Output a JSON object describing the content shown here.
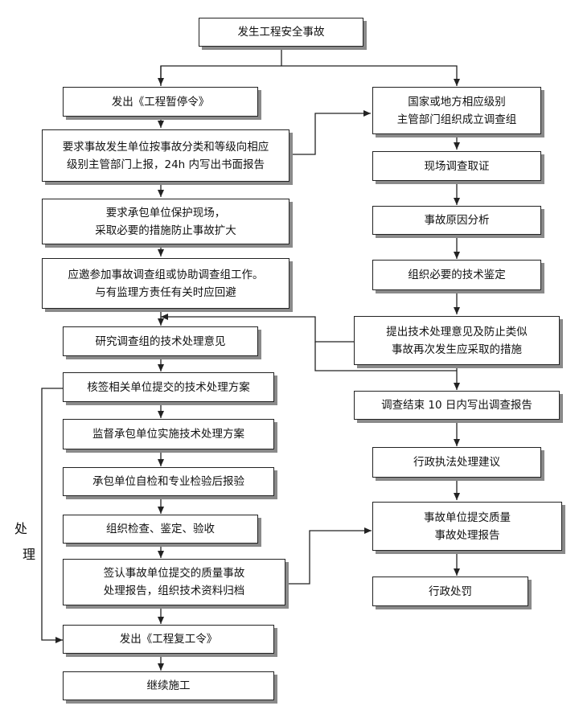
{
  "boxes": {
    "start": "发生工程安全事故",
    "L1": "发出《工程暂停令》",
    "L2": "要求事故发生单位按事故分类和等级向相应\n级别主管部门上报，24h 内写出书面报告",
    "L3": "要求承包单位保护现场，\n采取必要的措施防止事故扩大",
    "L4": "应邀参加事故调查组或协助调查组工作。\n与有监理方责任有关时应回避",
    "L5": "研究调查组的技术处理意见",
    "L6": "核签相关单位提交的技术处理方案",
    "L7": "监督承包单位实施技术处理方案",
    "L8": "承包单位自检和专业检验后报验",
    "L9": "组织检查、鉴定、验收",
    "L10": "签认事故单位提交的质量事故\n处理报告，组织技术资料归档",
    "L11": "发出《工程复工令》",
    "L12": "继续施工",
    "R1": "国家或地方相应级别\n主管部门组织成立调查组",
    "R2": "现场调查取证",
    "R3": "事故原因分析",
    "R4": "组织必要的技术鉴定",
    "R5": "提出技术处理意见及防止类似\n事故再次发生应采取的措施",
    "R6": "调查结束 10 日内写出调查报告",
    "R7": "行政执法处理建议",
    "R8": "事故单位提交质量\n事故处理报告",
    "R9": "行政处罚"
  },
  "side_label": [
    "处",
    "理"
  ]
}
